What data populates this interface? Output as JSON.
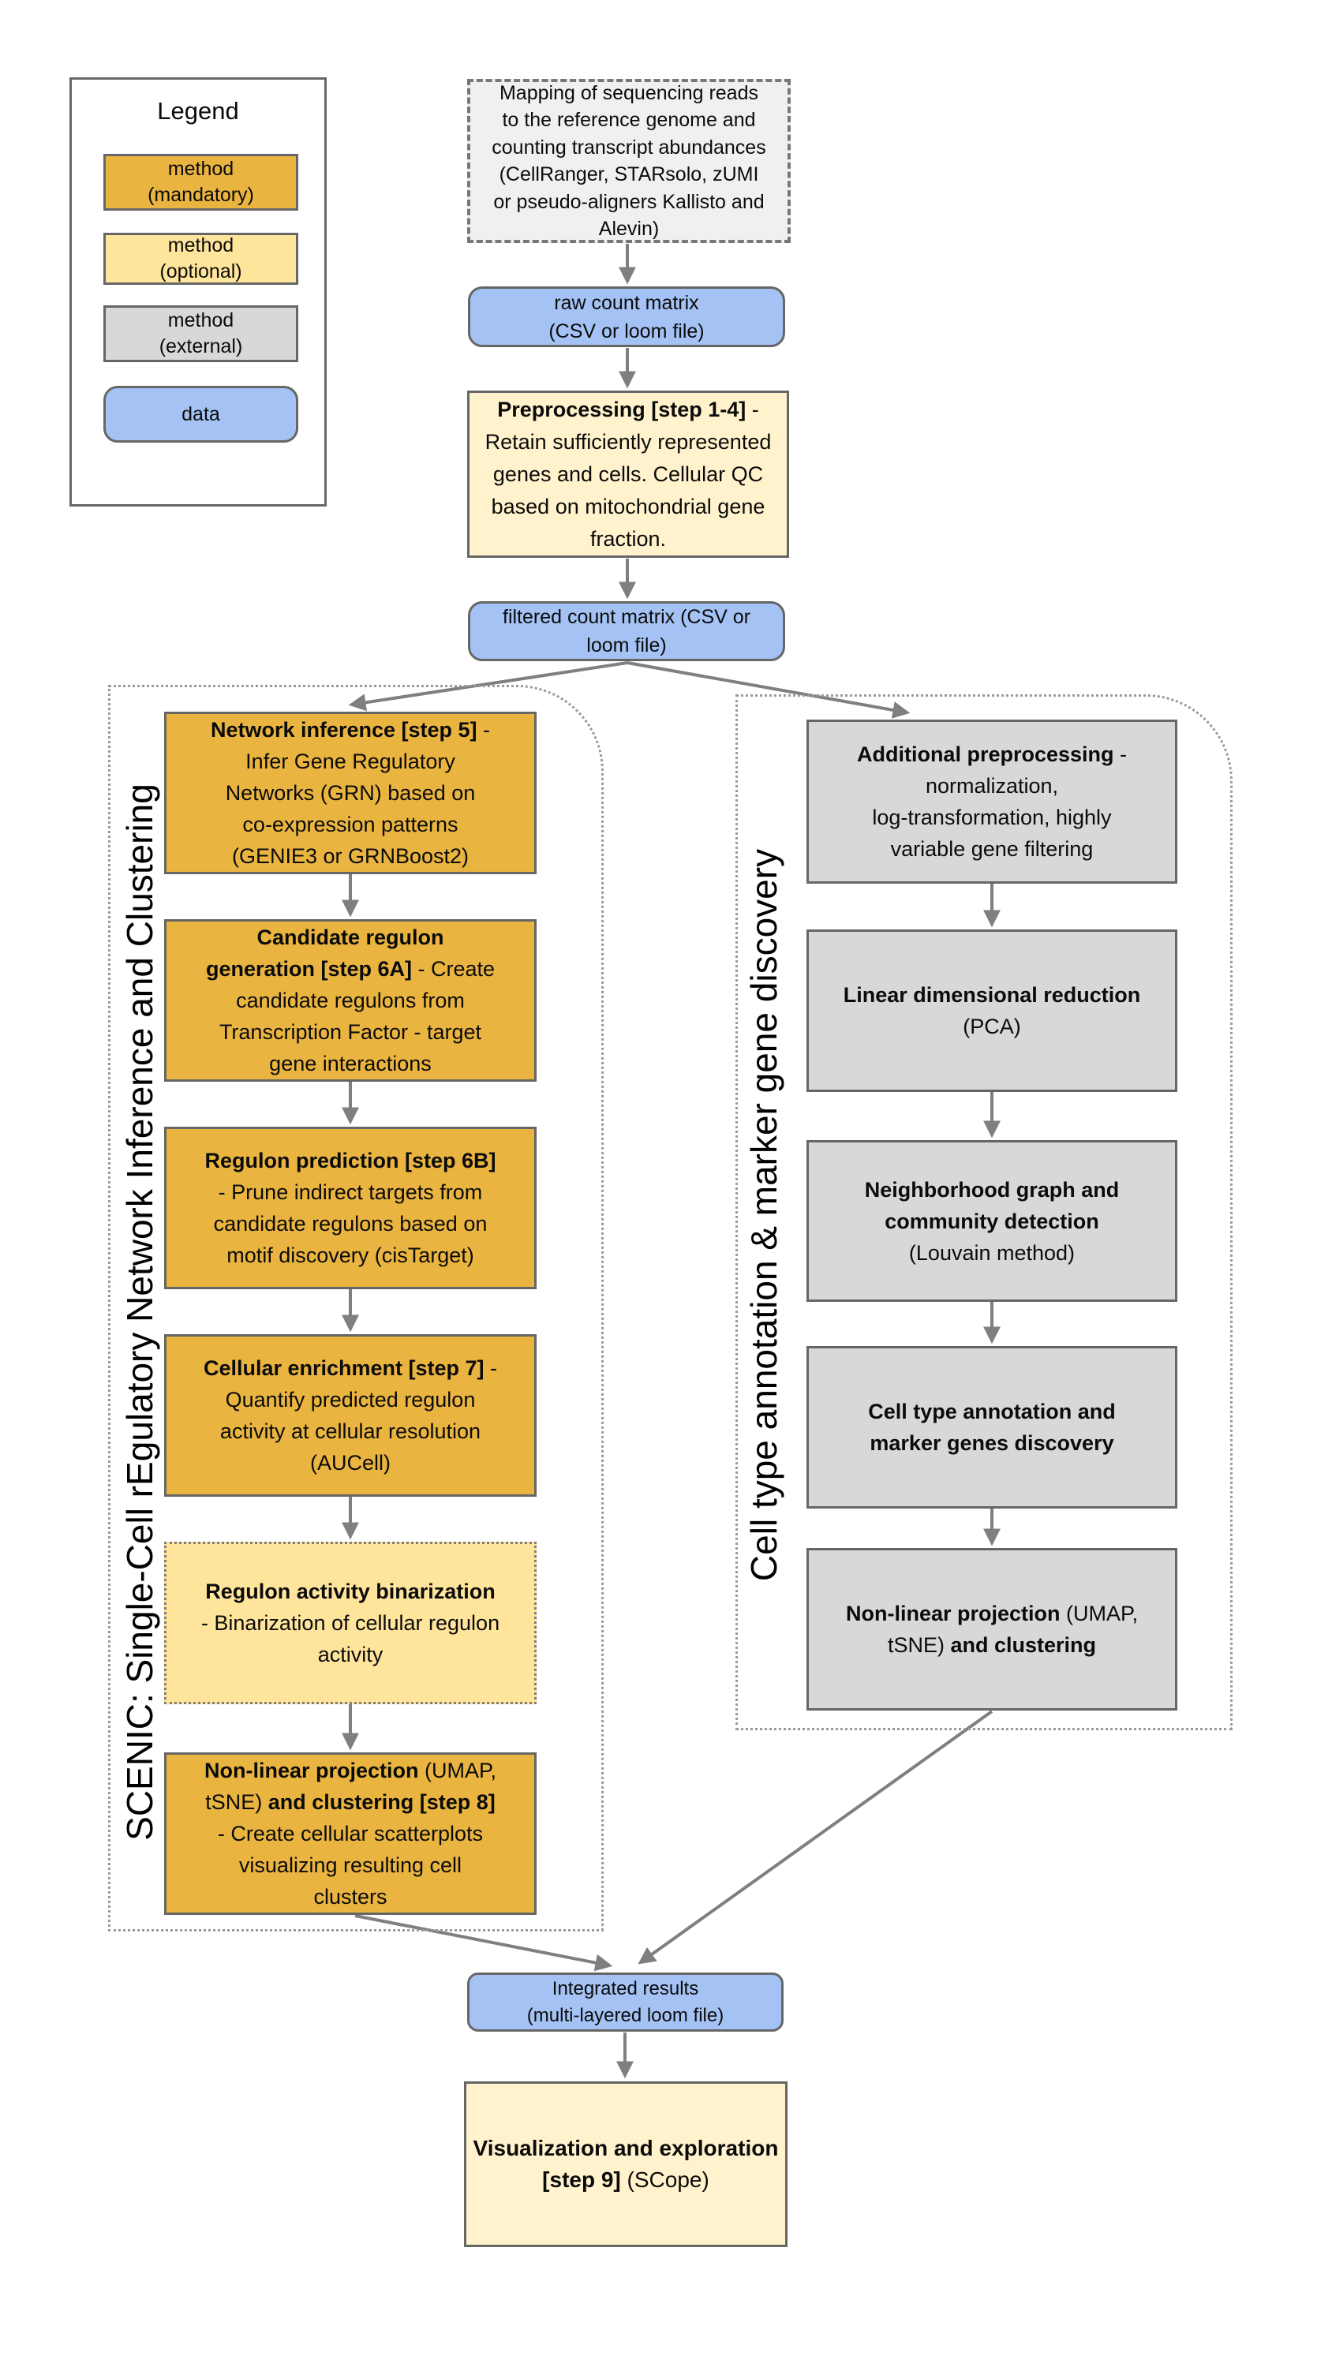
{
  "colors": {
    "gold": "#EAB440",
    "light_yellow": "#FFE49B",
    "cream": "#FFF2CC",
    "gray_method": "#D8D8D8",
    "gray_external_fill": "#F0F0F0",
    "blue_data": "#A4C2F4",
    "border_gray": "#666666",
    "arrow_gray": "#7F7F7F",
    "white": "#FFFFFF"
  },
  "legend": {
    "title": "Legend",
    "items": [
      {
        "label": "method\n(mandatory)",
        "type": "method-mandatory"
      },
      {
        "label": "method\n(optional)",
        "type": "method-optional"
      },
      {
        "label": "method\n(external)",
        "type": "method-external"
      },
      {
        "label": "data",
        "type": "data"
      }
    ]
  },
  "group_labels": {
    "scenic": "SCENIC: Single-Cell rEgulatory Network Inference and Clustering",
    "annotation": "Cell type annotation & marker gene discovery"
  },
  "nodes": {
    "mapping": {
      "segments": [
        {
          "t": "Mapping of sequencing reads\nto the reference genome and\ncounting transcript abundances\n(CellRanger, STARsolo, zUMI\nor pseudo-aligners Kallisto and\nAlevin)",
          "b": false
        }
      ]
    },
    "raw_matrix": {
      "segments": [
        {
          "t": "raw count matrix\n(CSV or loom file)",
          "b": false
        }
      ]
    },
    "preprocessing": {
      "segments": [
        {
          "t": "Preprocessing [step 1-4]",
          "b": true
        },
        {
          "t": " -\nRetain sufficiently represented\ngenes and cells. Cellular QC\nbased on mitochondrial gene\nfraction.",
          "b": false
        }
      ]
    },
    "filtered_matrix": {
      "segments": [
        {
          "t": "filtered count matrix (CSV or\nloom file)",
          "b": false
        }
      ]
    },
    "network_inference": {
      "segments": [
        {
          "t": "Network inference [step 5]",
          "b": true
        },
        {
          "t": " -\nInfer Gene Regulatory\nNetworks (GRN) based on\nco-expression patterns\n(GENIE3 or GRNBoost2)",
          "b": false
        }
      ]
    },
    "candidate_regulon": {
      "segments": [
        {
          "t": "Candidate regulon\ngeneration  [step 6A]",
          "b": true
        },
        {
          "t": " - Create\ncandidate regulons from\nTranscription Factor - target\ngene interactions",
          "b": false
        }
      ]
    },
    "regulon_prediction": {
      "segments": [
        {
          "t": "Regulon prediction [step 6B]",
          "b": true
        },
        {
          "t": "\n- Prune indirect targets from\ncandidate regulons based on\nmotif discovery (cisTarget)",
          "b": false
        }
      ]
    },
    "cellular_enrichment": {
      "segments": [
        {
          "t": "Cellular enrichment [step 7]",
          "b": true
        },
        {
          "t": " -\nQuantify predicted regulon\nactivity at cellular resolution\n(AUCell)",
          "b": false
        }
      ]
    },
    "regulon_binarization": {
      "segments": [
        {
          "t": "Regulon activity binarization",
          "b": true
        },
        {
          "t": "\n- Binarization of cellular regulon\nactivity",
          "b": false
        }
      ]
    },
    "nonlinear_projection_scenic": {
      "segments": [
        {
          "t": "Non-linear projection",
          "b": true
        },
        {
          "t": " (UMAP,\ntSNE) ",
          "b": false
        },
        {
          "t": "and clustering [step 8]",
          "b": true
        },
        {
          "t": "\n- Create cellular scatterplots\nvisualizing resulting cell\nclusters",
          "b": false
        }
      ]
    },
    "additional_preprocessing": {
      "segments": [
        {
          "t": "Additional preprocessing",
          "b": true
        },
        {
          "t": " -\nnormalization,\nlog-transformation, highly\nvariable gene filtering",
          "b": false
        }
      ]
    },
    "linear_dim_reduction": {
      "segments": [
        {
          "t": "Linear dimensional reduction",
          "b": true
        },
        {
          "t": "\n(PCA)",
          "b": false
        }
      ]
    },
    "neighborhood_graph": {
      "segments": [
        {
          "t": "Neighborhood graph and\ncommunity detection",
          "b": true
        },
        {
          "t": "\n(Louvain method)",
          "b": false
        }
      ]
    },
    "cell_type_annotation": {
      "segments": [
        {
          "t": "Cell type annotation and\nmarker genes discovery",
          "b": true
        }
      ]
    },
    "nonlinear_projection_annotation": {
      "segments": [
        {
          "t": "Non-linear projection",
          "b": true
        },
        {
          "t": " (UMAP,\ntSNE) ",
          "b": false
        },
        {
          "t": "and clustering",
          "b": true
        }
      ]
    },
    "integrated_results": {
      "segments": [
        {
          "t": "Integrated results\n(multi-layered loom file)",
          "b": false
        }
      ]
    },
    "visualization": {
      "segments": [
        {
          "t": "Visualization and exploration\n[step 9]",
          "b": true
        },
        {
          "t": " (SCope)",
          "b": false
        }
      ]
    }
  }
}
